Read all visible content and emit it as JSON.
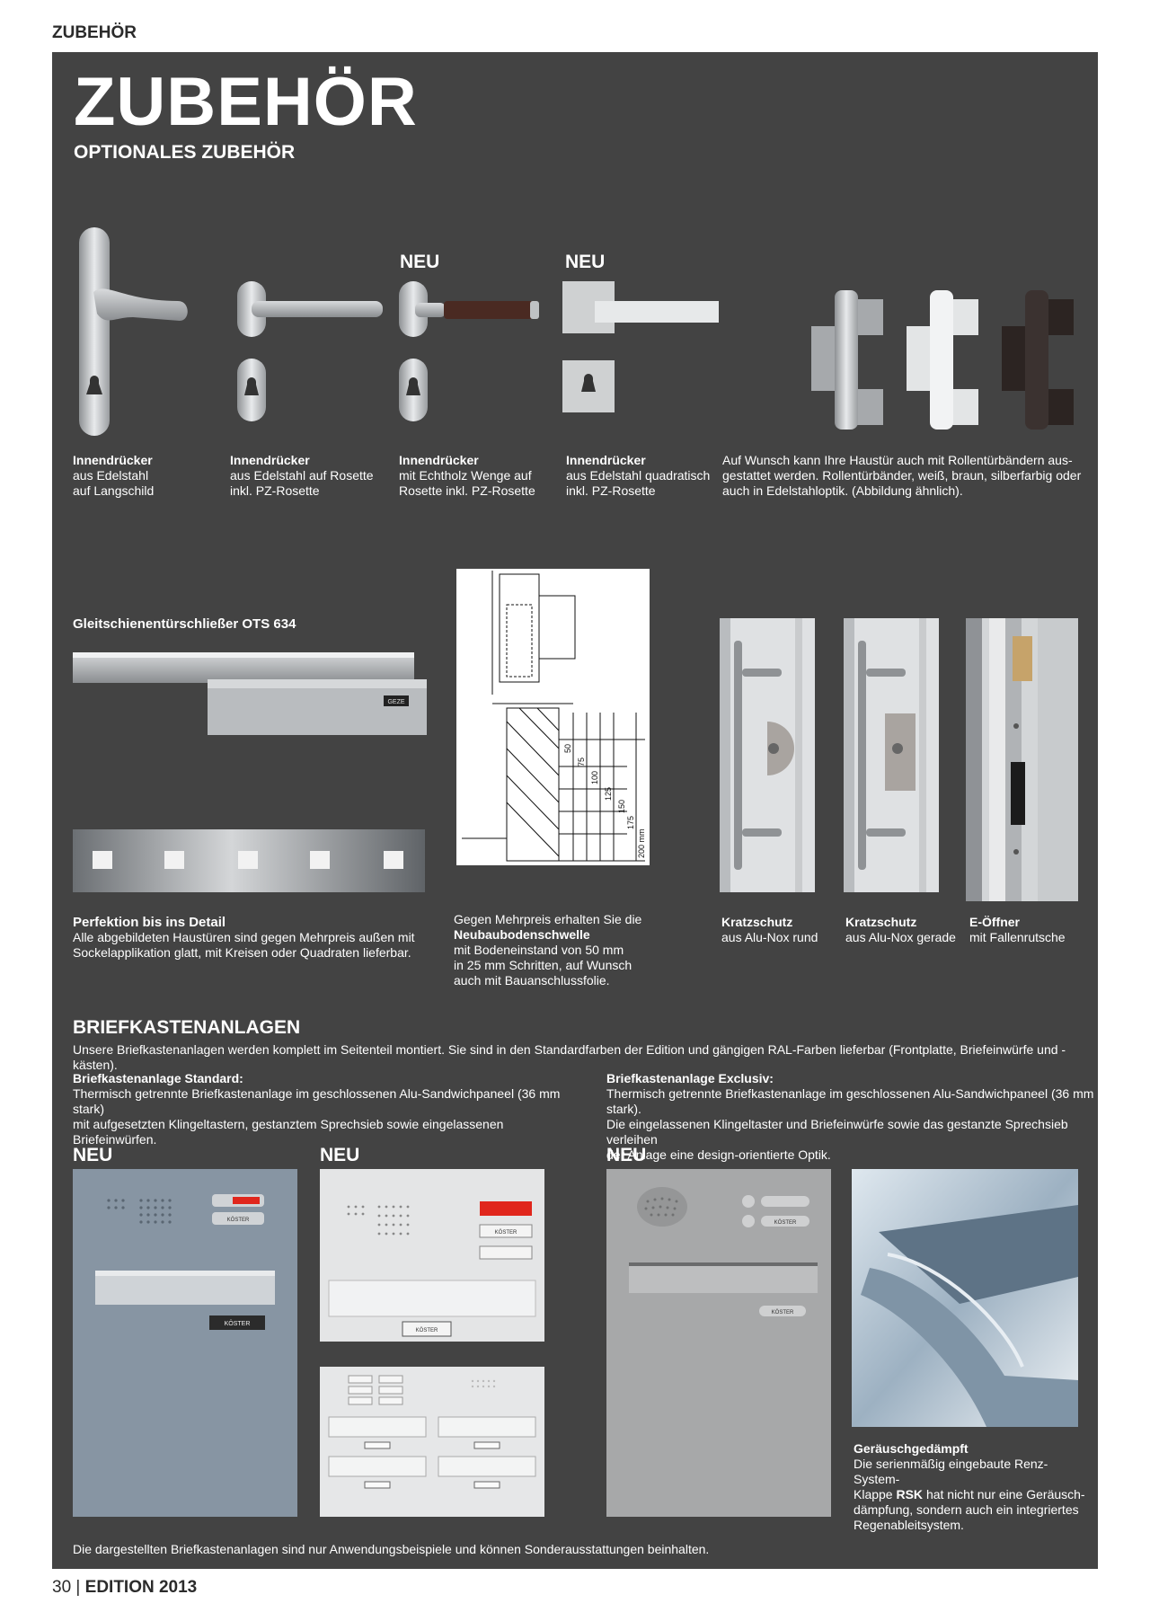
{
  "header": {
    "label": "ZUBEHÖR"
  },
  "page": {
    "title": "ZUBEHÖR",
    "subtitle": "OPTIONALES ZUBEHÖR"
  },
  "handles": [
    {
      "title": "Innendrücker",
      "lines": [
        "aus Edelstahl",
        "auf Langschild"
      ],
      "badge": ""
    },
    {
      "title": "Innendrücker",
      "lines": [
        "aus Edelstahl auf Rosette",
        "inkl. PZ-Rosette"
      ],
      "badge": ""
    },
    {
      "title": "Innendrücker",
      "lines": [
        "mit Echtholz Wenge auf",
        "Rosette inkl. PZ-Rosette"
      ],
      "badge": "NEU"
    },
    {
      "title": "Innendrücker",
      "lines": [
        "aus Edelstahl quadratisch",
        "inkl. PZ-Rosette"
      ],
      "badge": "NEU"
    }
  ],
  "hinges": {
    "lines": [
      "Auf Wunsch kann Ihre Haustür auch mit Rollentürbändern aus-",
      "gestattet werden. Rollentürbänder, weiß, braun, silberfarbig oder",
      "auch in Edelstahloptik. (Abbildung ähnlich)."
    ]
  },
  "closer": {
    "title": "Gleitschienentürschließer OTS 634",
    "brand": "GEZE"
  },
  "detail": {
    "title": "Perfektion bis ins Detail",
    "lines": [
      "Alle abgebildeten Haustüren sind gegen Mehrpreis außen mit",
      "Sockelapplikation glatt, mit Kreisen oder Quadraten lieferbar."
    ]
  },
  "threshold": {
    "intro": "Gegen Mehrpreis erhalten Sie die",
    "title": "Neubaubodenschwelle",
    "lines": [
      "mit Bodeneinstand von 50 mm",
      "in 25 mm Schritten, auf Wunsch",
      "auch mit Bauanschlussfolie."
    ],
    "dims": [
      "50",
      "75",
      "100",
      "125",
      "150",
      "175",
      "200 mm"
    ]
  },
  "door_items": [
    {
      "title": "Kratzschutz",
      "line": "aus Alu-Nox rund"
    },
    {
      "title": "Kratzschutz",
      "line": "aus Alu-Nox gerade"
    },
    {
      "title": "E-Öffner",
      "line": "mit Fallenrutsche"
    }
  ],
  "mailbox": {
    "heading": "BRIEFKASTENANLAGEN",
    "intro": "Unsere Briefkastenanlagen werden komplett im Seitenteil montiert. Sie sind in den Standardfarben der Edition und gängigen RAL-Farben lieferbar (Frontplatte, Briefeinwürfe und -kästen).",
    "standard": {
      "title": "Briefkastenanlage Standard:",
      "lines": [
        "Thermisch getrennte Briefkastenanlage im geschlossenen Alu-Sandwichpaneel (36 mm stark)",
        "mit aufgesetzten Klingeltastern, gestanztem Sprechsieb sowie eingelassenen Briefeinwürfen."
      ]
    },
    "exclusiv": {
      "title": "Briefkastenanlage Exclusiv:",
      "lines": [
        "Thermisch getrennte Briefkastenanlage im geschlossenen Alu-Sandwichpaneel (36 mm stark).",
        "Die eingelassenen Klingeltaster und Briefeinwürfe sowie das gestanzte Sprechsieb verleihen",
        "der Anlage eine design-orientierte Optik."
      ]
    },
    "badges": [
      "NEU",
      "NEU",
      "NEU"
    ],
    "nameplate": "KÖSTER",
    "quiet": {
      "title": "Geräuschgedämpft",
      "lines": [
        "Die serienmäßig eingebaute Renz-System-",
        "Klappe",
        "RSK",
        "hat nicht nur eine Geräusch-",
        "dämpfung, sondern auch ein integriertes",
        "Regenableitsystem."
      ]
    },
    "disclaimer": "Die dargestellten Briefkastenanlagen sind nur Anwendungsbeispiele und können Sonderausstattungen beinhalten."
  },
  "footer": {
    "page_number": "30",
    "separator": "|",
    "edition": "EDITION 2013"
  },
  "colors": {
    "panel": "#434343",
    "text": "#ffffff",
    "accent_red": "#e0261c"
  }
}
